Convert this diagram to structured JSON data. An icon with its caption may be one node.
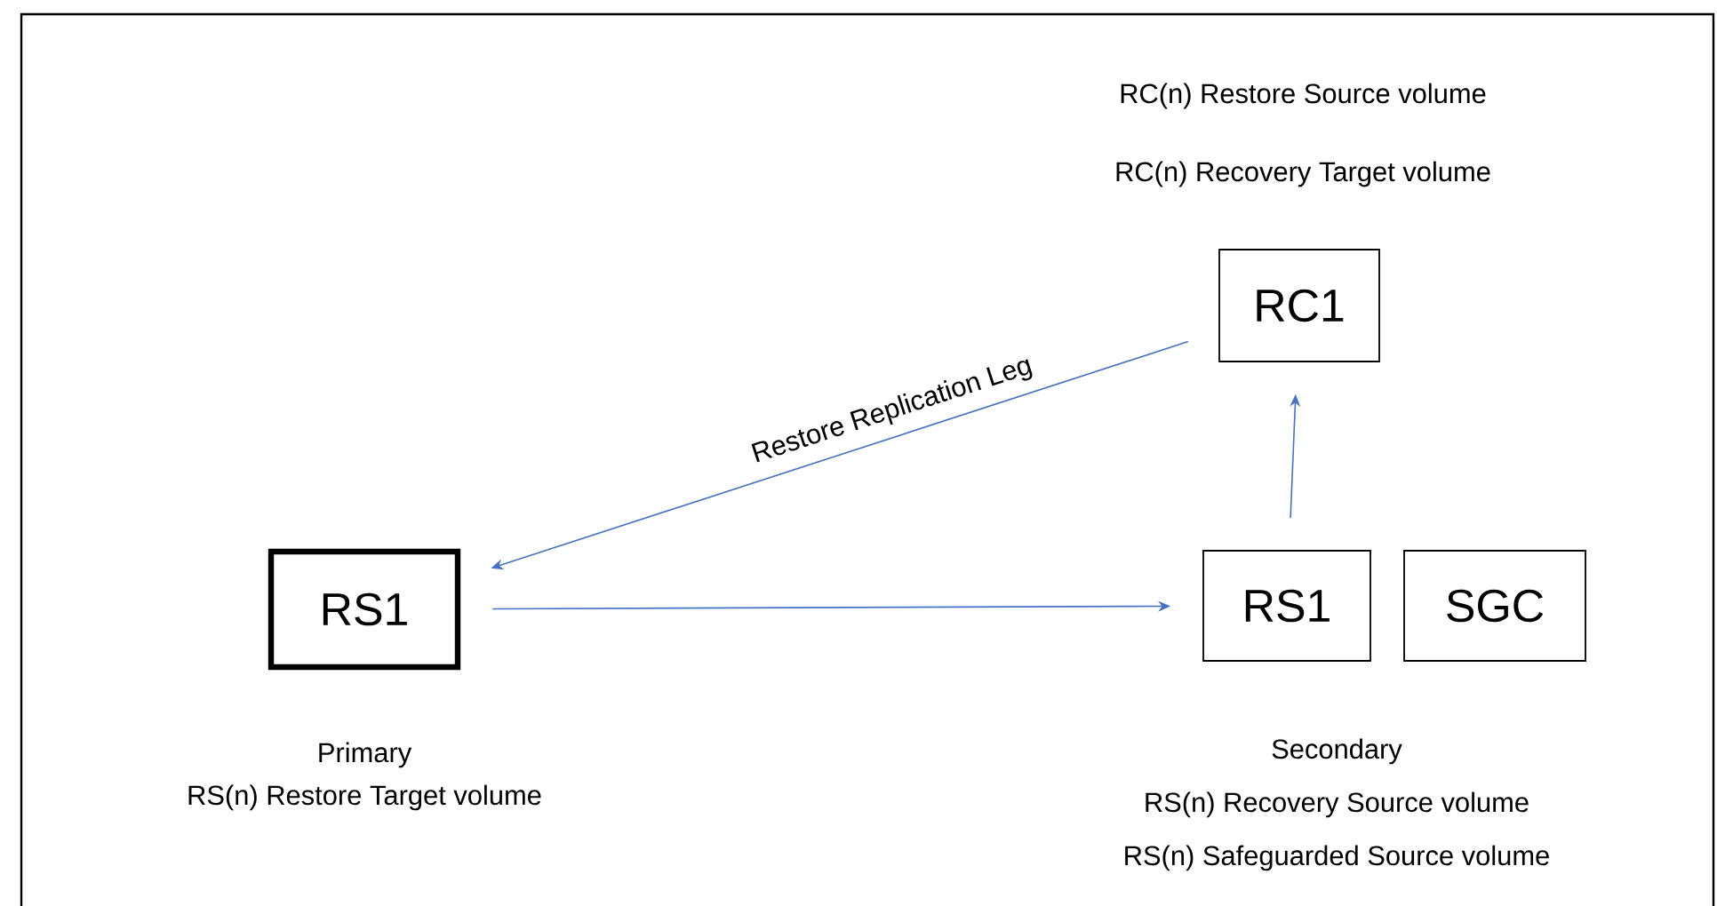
{
  "diagram": {
    "nodes": [
      {
        "text": [
          "RS1"
        ],
        "beside": [
          "Primary",
          "RS(n) Restore Target volume"
        ]
      },
      {
        "text": [
          "RS1"
        ],
        "beside": [
          "Secondary",
          "RS(n) Recovery Source volume",
          "RS(n) Safeguarded Source volume"
        ]
      },
      {
        "text": [
          "SGC"
        ]
      },
      {
        "text": [
          "RC1"
        ],
        "beside": [
          "RC(n) Restore Source volume",
          "RC(n) Recovery Target volume"
        ]
      }
    ],
    "edges": [
      {
        "from": 3,
        "to": 0,
        "arrow": "to",
        "label": "Restore Replication Leg"
      },
      {
        "from": 0,
        "to": 1,
        "arrow": "to"
      },
      {
        "from": 1,
        "to": 3,
        "arrow": "to"
      }
    ]
  }
}
